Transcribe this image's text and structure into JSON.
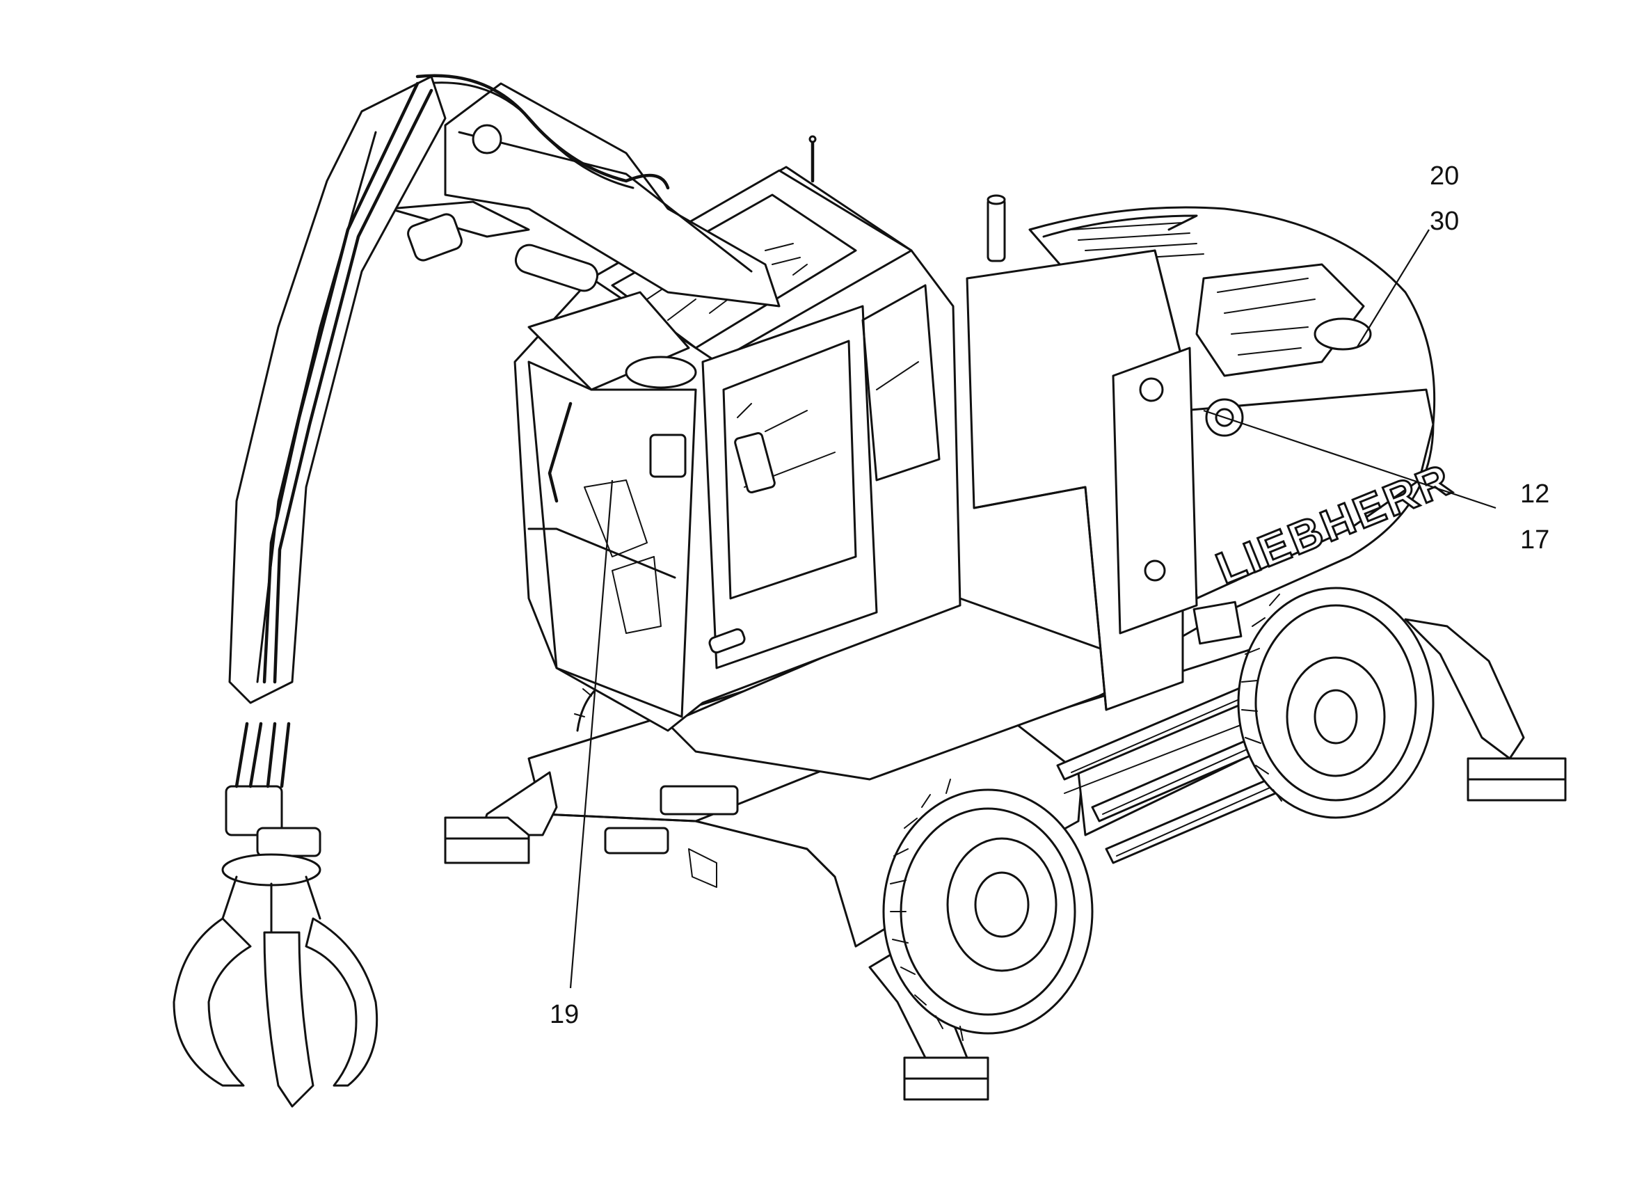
{
  "diagram": {
    "brand_lettering": "LIEBHERR",
    "callouts": [
      {
        "id": "c20",
        "text": "20"
      },
      {
        "id": "c30",
        "text": "30"
      },
      {
        "id": "c12",
        "text": "12"
      },
      {
        "id": "c17",
        "text": "17"
      },
      {
        "id": "c19",
        "text": "19"
      }
    ]
  }
}
